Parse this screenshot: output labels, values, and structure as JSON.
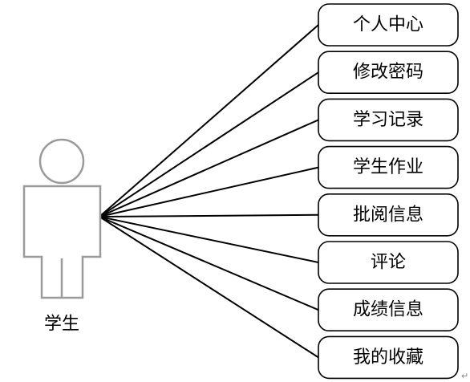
{
  "diagram": {
    "type": "use-case",
    "actor": {
      "label": "学生",
      "icon": "person-icon",
      "outline_color": "#9a9a9a"
    },
    "use_cases": [
      {
        "label": "个人中心"
      },
      {
        "label": "修改密码"
      },
      {
        "label": "学习记录"
      },
      {
        "label": "学生作业"
      },
      {
        "label": "批阅信息"
      },
      {
        "label": "评论"
      },
      {
        "label": "成绩信息"
      },
      {
        "label": "我的收藏"
      }
    ],
    "line_color": "#000000"
  }
}
